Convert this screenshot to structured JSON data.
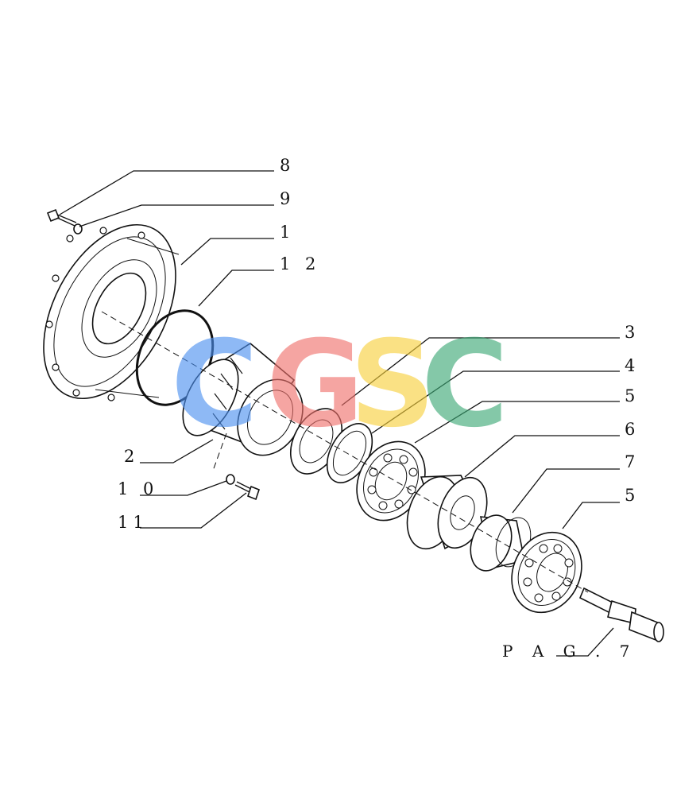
{
  "callouts": [
    {
      "id": "c8",
      "label": "8"
    },
    {
      "id": "c9",
      "label": "9"
    },
    {
      "id": "c1",
      "label": "1"
    },
    {
      "id": "c12",
      "label": "1 2"
    },
    {
      "id": "c3",
      "label": "3"
    },
    {
      "id": "c4",
      "label": "4"
    },
    {
      "id": "c5a",
      "label": "5"
    },
    {
      "id": "c6",
      "label": "6"
    },
    {
      "id": "c7",
      "label": "7"
    },
    {
      "id": "c5b",
      "label": "5"
    },
    {
      "id": "c2",
      "label": "2"
    },
    {
      "id": "c10",
      "label": "1 0"
    },
    {
      "id": "c11",
      "label": "11"
    }
  ],
  "page_ref": "P A G . 7",
  "watermark": {
    "letters": [
      "C",
      "G",
      "S",
      "C"
    ],
    "colors": [
      "#4a8ff0",
      "#ef6f6a",
      "#f7cf3a",
      "#3aa874"
    ]
  }
}
